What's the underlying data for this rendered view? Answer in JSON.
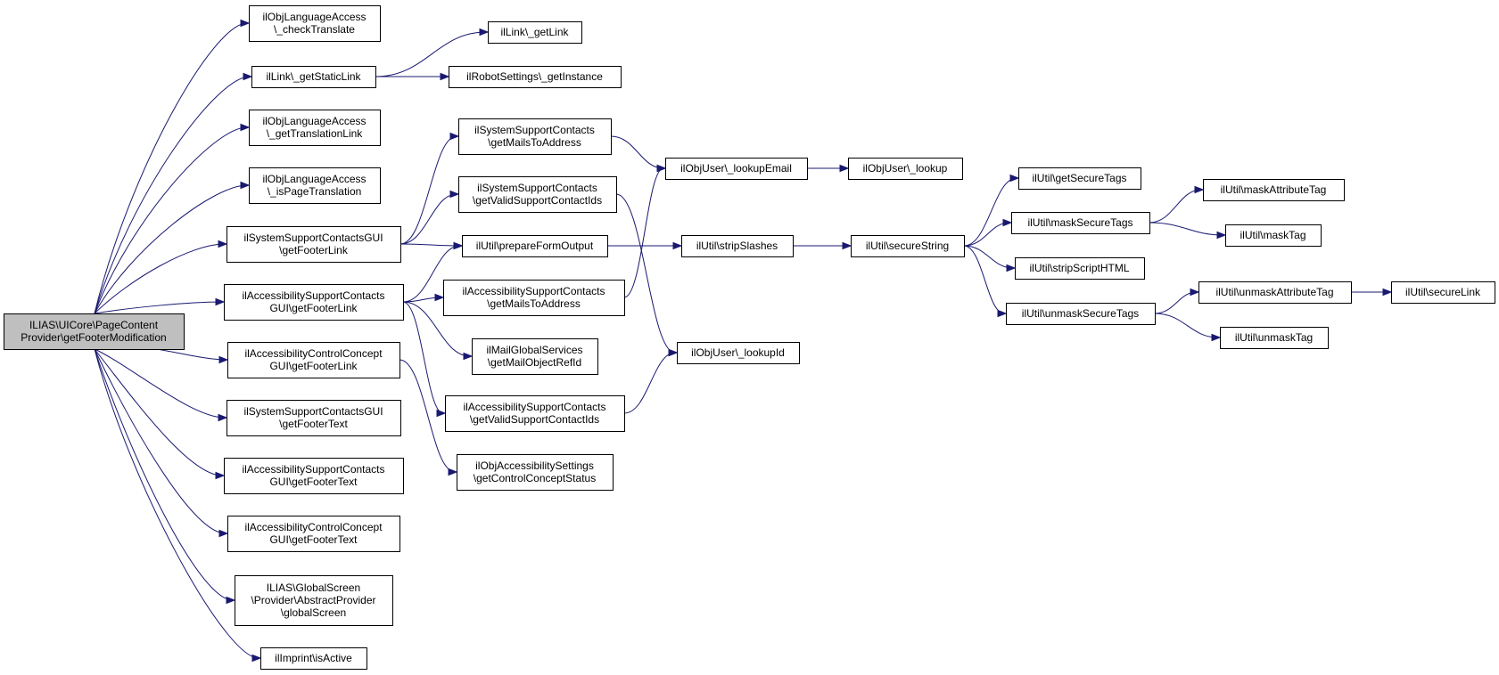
{
  "colors": {
    "edge": "#191970",
    "node_fill": "#ffffff",
    "root_fill": "#bfbfbf",
    "node_stroke": "#000000"
  },
  "nodes": [
    {
      "id": "root",
      "lines": [
        "ILIAS\\UICore\\PageContent",
        "Provider\\getFooterModification"
      ],
      "root": true
    },
    {
      "id": "n1",
      "lines": [
        "ilObjLanguageAccess",
        "\\_checkTranslate"
      ]
    },
    {
      "id": "n2",
      "lines": [
        "ilLink\\_getStaticLink"
      ]
    },
    {
      "id": "n3",
      "lines": [
        "ilObjLanguageAccess",
        "\\_getTranslationLink"
      ]
    },
    {
      "id": "n4",
      "lines": [
        "ilObjLanguageAccess",
        "\\_isPageTranslation"
      ]
    },
    {
      "id": "n5",
      "lines": [
        "ilSystemSupportContactsGUI",
        "\\getFooterLink"
      ]
    },
    {
      "id": "n6",
      "lines": [
        "ilAccessibilitySupportContacts",
        "GUI\\getFooterLink"
      ]
    },
    {
      "id": "n7",
      "lines": [
        "ilAccessibilityControlConcept",
        "GUI\\getFooterLink"
      ]
    },
    {
      "id": "n8",
      "lines": [
        "ilSystemSupportContactsGUI",
        "\\getFooterText"
      ]
    },
    {
      "id": "n9",
      "lines": [
        "ilAccessibilitySupportContacts",
        "GUI\\getFooterText"
      ]
    },
    {
      "id": "n10",
      "lines": [
        "ilAccessibilityControlConcept",
        "GUI\\getFooterText"
      ]
    },
    {
      "id": "n11",
      "lines": [
        "ILIAS\\GlobalScreen",
        "\\Provider\\AbstractProvider",
        "\\globalScreen"
      ]
    },
    {
      "id": "n12",
      "lines": [
        "ilImprint\\isActive"
      ]
    },
    {
      "id": "n13",
      "lines": [
        "ilLink\\_getLink"
      ]
    },
    {
      "id": "n14",
      "lines": [
        "ilRobotSettings\\_getInstance"
      ]
    },
    {
      "id": "n15",
      "lines": [
        "ilSystemSupportContacts",
        "\\getMailsToAddress"
      ]
    },
    {
      "id": "n16",
      "lines": [
        "ilSystemSupportContacts",
        "\\getValidSupportContactIds"
      ]
    },
    {
      "id": "n17",
      "lines": [
        "ilUtil\\prepareFormOutput"
      ]
    },
    {
      "id": "n18",
      "lines": [
        "ilAccessibilitySupportContacts",
        "\\getMailsToAddress"
      ]
    },
    {
      "id": "n19",
      "lines": [
        "ilMailGlobalServices",
        "\\getMailObjectRefId"
      ]
    },
    {
      "id": "n20",
      "lines": [
        "ilAccessibilitySupportContacts",
        "\\getValidSupportContactIds"
      ]
    },
    {
      "id": "n21",
      "lines": [
        "ilObjAccessibilitySettings",
        "\\getControlConceptStatus"
      ]
    },
    {
      "id": "n22",
      "lines": [
        "ilObjUser\\_lookupEmail"
      ]
    },
    {
      "id": "n23",
      "lines": [
        "ilUtil\\stripSlashes"
      ]
    },
    {
      "id": "n24",
      "lines": [
        "ilObjUser\\_lookupId"
      ]
    },
    {
      "id": "n25",
      "lines": [
        "ilObjUser\\_lookup"
      ]
    },
    {
      "id": "n26",
      "lines": [
        "ilUtil\\secureString"
      ]
    },
    {
      "id": "n27",
      "lines": [
        "ilUtil\\getSecureTags"
      ]
    },
    {
      "id": "n28",
      "lines": [
        "ilUtil\\maskSecureTags"
      ]
    },
    {
      "id": "n29",
      "lines": [
        "ilUtil\\stripScriptHTML"
      ]
    },
    {
      "id": "n30",
      "lines": [
        "ilUtil\\unmaskSecureTags"
      ]
    },
    {
      "id": "n31",
      "lines": [
        "ilUtil\\maskAttributeTag"
      ]
    },
    {
      "id": "n32",
      "lines": [
        "ilUtil\\maskTag"
      ]
    },
    {
      "id": "n33",
      "lines": [
        "ilUtil\\unmaskAttributeTag"
      ]
    },
    {
      "id": "n34",
      "lines": [
        "ilUtil\\unmaskTag"
      ]
    },
    {
      "id": "n35",
      "lines": [
        "ilUtil\\secureLink"
      ]
    }
  ],
  "edges": [
    [
      "root",
      "n1"
    ],
    [
      "root",
      "n2"
    ],
    [
      "root",
      "n3"
    ],
    [
      "root",
      "n4"
    ],
    [
      "root",
      "n5"
    ],
    [
      "root",
      "n6"
    ],
    [
      "root",
      "n7"
    ],
    [
      "root",
      "n8"
    ],
    [
      "root",
      "n9"
    ],
    [
      "root",
      "n10"
    ],
    [
      "root",
      "n11"
    ],
    [
      "root",
      "n12"
    ],
    [
      "n2",
      "n13"
    ],
    [
      "n2",
      "n14"
    ],
    [
      "n5",
      "n15"
    ],
    [
      "n5",
      "n16"
    ],
    [
      "n5",
      "n17"
    ],
    [
      "n6",
      "n17"
    ],
    [
      "n6",
      "n18"
    ],
    [
      "n6",
      "n19"
    ],
    [
      "n6",
      "n20"
    ],
    [
      "n7",
      "n21"
    ],
    [
      "n15",
      "n22"
    ],
    [
      "n16",
      "n24"
    ],
    [
      "n17",
      "n23"
    ],
    [
      "n18",
      "n22"
    ],
    [
      "n20",
      "n24"
    ],
    [
      "n22",
      "n25"
    ],
    [
      "n23",
      "n26"
    ],
    [
      "n26",
      "n27"
    ],
    [
      "n26",
      "n28"
    ],
    [
      "n26",
      "n29"
    ],
    [
      "n26",
      "n30"
    ],
    [
      "n28",
      "n31"
    ],
    [
      "n28",
      "n32"
    ],
    [
      "n30",
      "n33"
    ],
    [
      "n30",
      "n34"
    ],
    [
      "n33",
      "n35"
    ]
  ]
}
